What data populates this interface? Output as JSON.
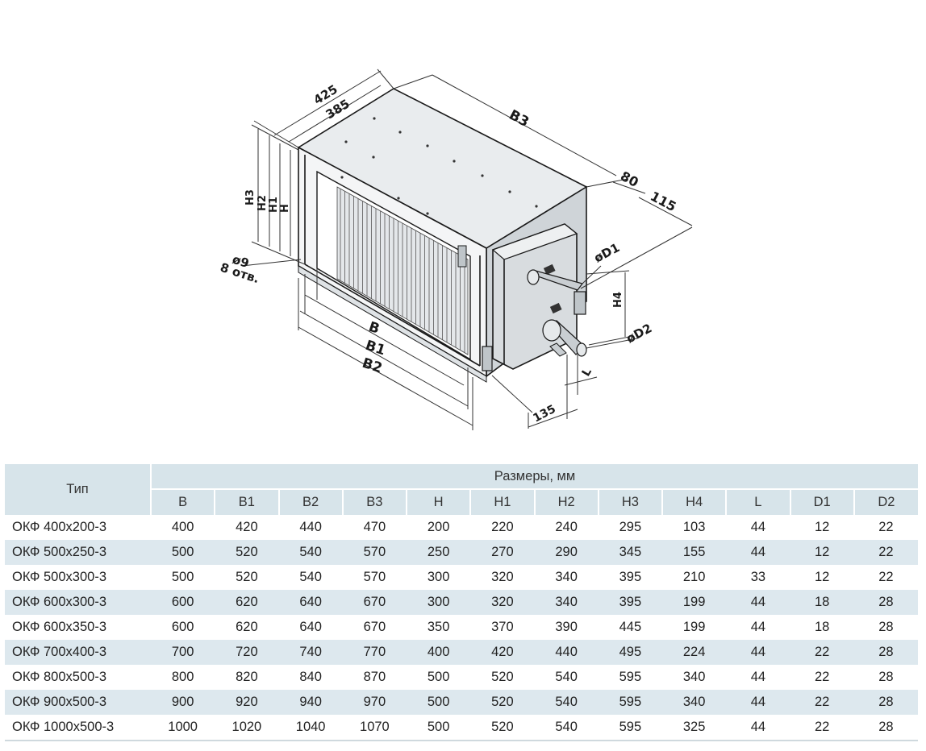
{
  "drawing": {
    "labels": {
      "d425": "425",
      "d385": "385",
      "b3": "B3",
      "d80": "80",
      "d115": "115",
      "h3": "H3",
      "h2": "H2",
      "h1": "H1",
      "h": "H",
      "phi9": "ø9",
      "holes": "8 отв.",
      "b": "B",
      "b1": "B1",
      "b2": "B2",
      "phiD1": "øD1",
      "h4": "H4",
      "phiD2": "øD2",
      "l": "L",
      "d135": "135"
    }
  },
  "table": {
    "type_header": "Тип",
    "group_header": "Размеры, мм",
    "columns": [
      "B",
      "B1",
      "B2",
      "B3",
      "H",
      "H1",
      "H2",
      "H3",
      "H4",
      "L",
      "D1",
      "D2"
    ],
    "rows": [
      [
        "ОКФ 400х200-3",
        "400",
        "420",
        "440",
        "470",
        "200",
        "220",
        "240",
        "295",
        "103",
        "44",
        "12",
        "22"
      ],
      [
        "ОКФ 500х250-3",
        "500",
        "520",
        "540",
        "570",
        "250",
        "270",
        "290",
        "345",
        "155",
        "44",
        "12",
        "22"
      ],
      [
        "ОКФ 500х300-3",
        "500",
        "520",
        "540",
        "570",
        "300",
        "320",
        "340",
        "395",
        "210",
        "33",
        "12",
        "22"
      ],
      [
        "ОКФ 600х300-3",
        "600",
        "620",
        "640",
        "670",
        "300",
        "320",
        "340",
        "395",
        "199",
        "44",
        "18",
        "28"
      ],
      [
        "ОКФ 600х350-3",
        "600",
        "620",
        "640",
        "670",
        "350",
        "370",
        "390",
        "445",
        "199",
        "44",
        "18",
        "28"
      ],
      [
        "ОКФ 700х400-3",
        "700",
        "720",
        "740",
        "770",
        "400",
        "420",
        "440",
        "495",
        "224",
        "44",
        "22",
        "28"
      ],
      [
        "ОКФ 800х500-3",
        "800",
        "820",
        "840",
        "870",
        "500",
        "520",
        "540",
        "595",
        "340",
        "44",
        "22",
        "28"
      ],
      [
        "ОКФ 900х500-3",
        "900",
        "920",
        "940",
        "970",
        "500",
        "520",
        "540",
        "595",
        "340",
        "44",
        "22",
        "28"
      ],
      [
        "ОКФ 1000х500-3",
        "1000",
        "1020",
        "1040",
        "1070",
        "500",
        "520",
        "540",
        "595",
        "325",
        "44",
        "22",
        "28"
      ]
    ]
  }
}
